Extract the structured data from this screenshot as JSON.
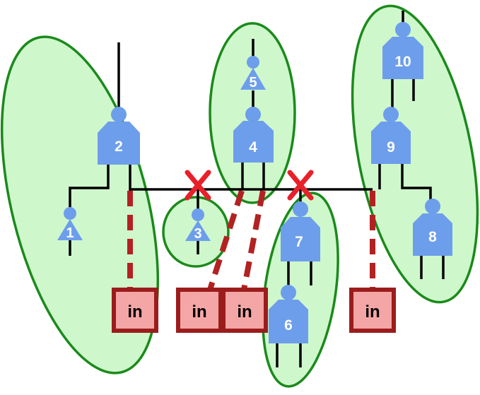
{
  "colors": {
    "cluster_fill": "#cff7cc",
    "cluster_stroke": "#1b8a1b",
    "gate_fill": "#6d9eeb",
    "wire": "#000000",
    "cut_line": "#b22222",
    "input_fill": "#f4a6a6",
    "input_stroke": "#9b1c1c",
    "cross": "#e8202a",
    "label_text": "#ffffff"
  },
  "gates": [
    {
      "id": "g1",
      "label": "1",
      "shape": "buffer"
    },
    {
      "id": "g2",
      "label": "2",
      "shape": "nand"
    },
    {
      "id": "g3",
      "label": "3",
      "shape": "buffer"
    },
    {
      "id": "g4",
      "label": "4",
      "shape": "nand"
    },
    {
      "id": "g5",
      "label": "5",
      "shape": "buffer"
    },
    {
      "id": "g6",
      "label": "6",
      "shape": "nand"
    },
    {
      "id": "g7",
      "label": "7",
      "shape": "nand"
    },
    {
      "id": "g8",
      "label": "8",
      "shape": "nand"
    },
    {
      "id": "g9",
      "label": "9",
      "shape": "nand"
    },
    {
      "id": "g10",
      "label": "10",
      "shape": "nand"
    }
  ],
  "inputs": [
    {
      "id": "in-a",
      "label": "in"
    },
    {
      "id": "in-b",
      "label": "in"
    },
    {
      "id": "in-c",
      "label": "in"
    },
    {
      "id": "in-d",
      "label": "in"
    }
  ],
  "cut_markers": [
    {
      "id": "cut-left",
      "symbol": "cross"
    },
    {
      "id": "cut-right",
      "symbol": "cross"
    }
  ]
}
